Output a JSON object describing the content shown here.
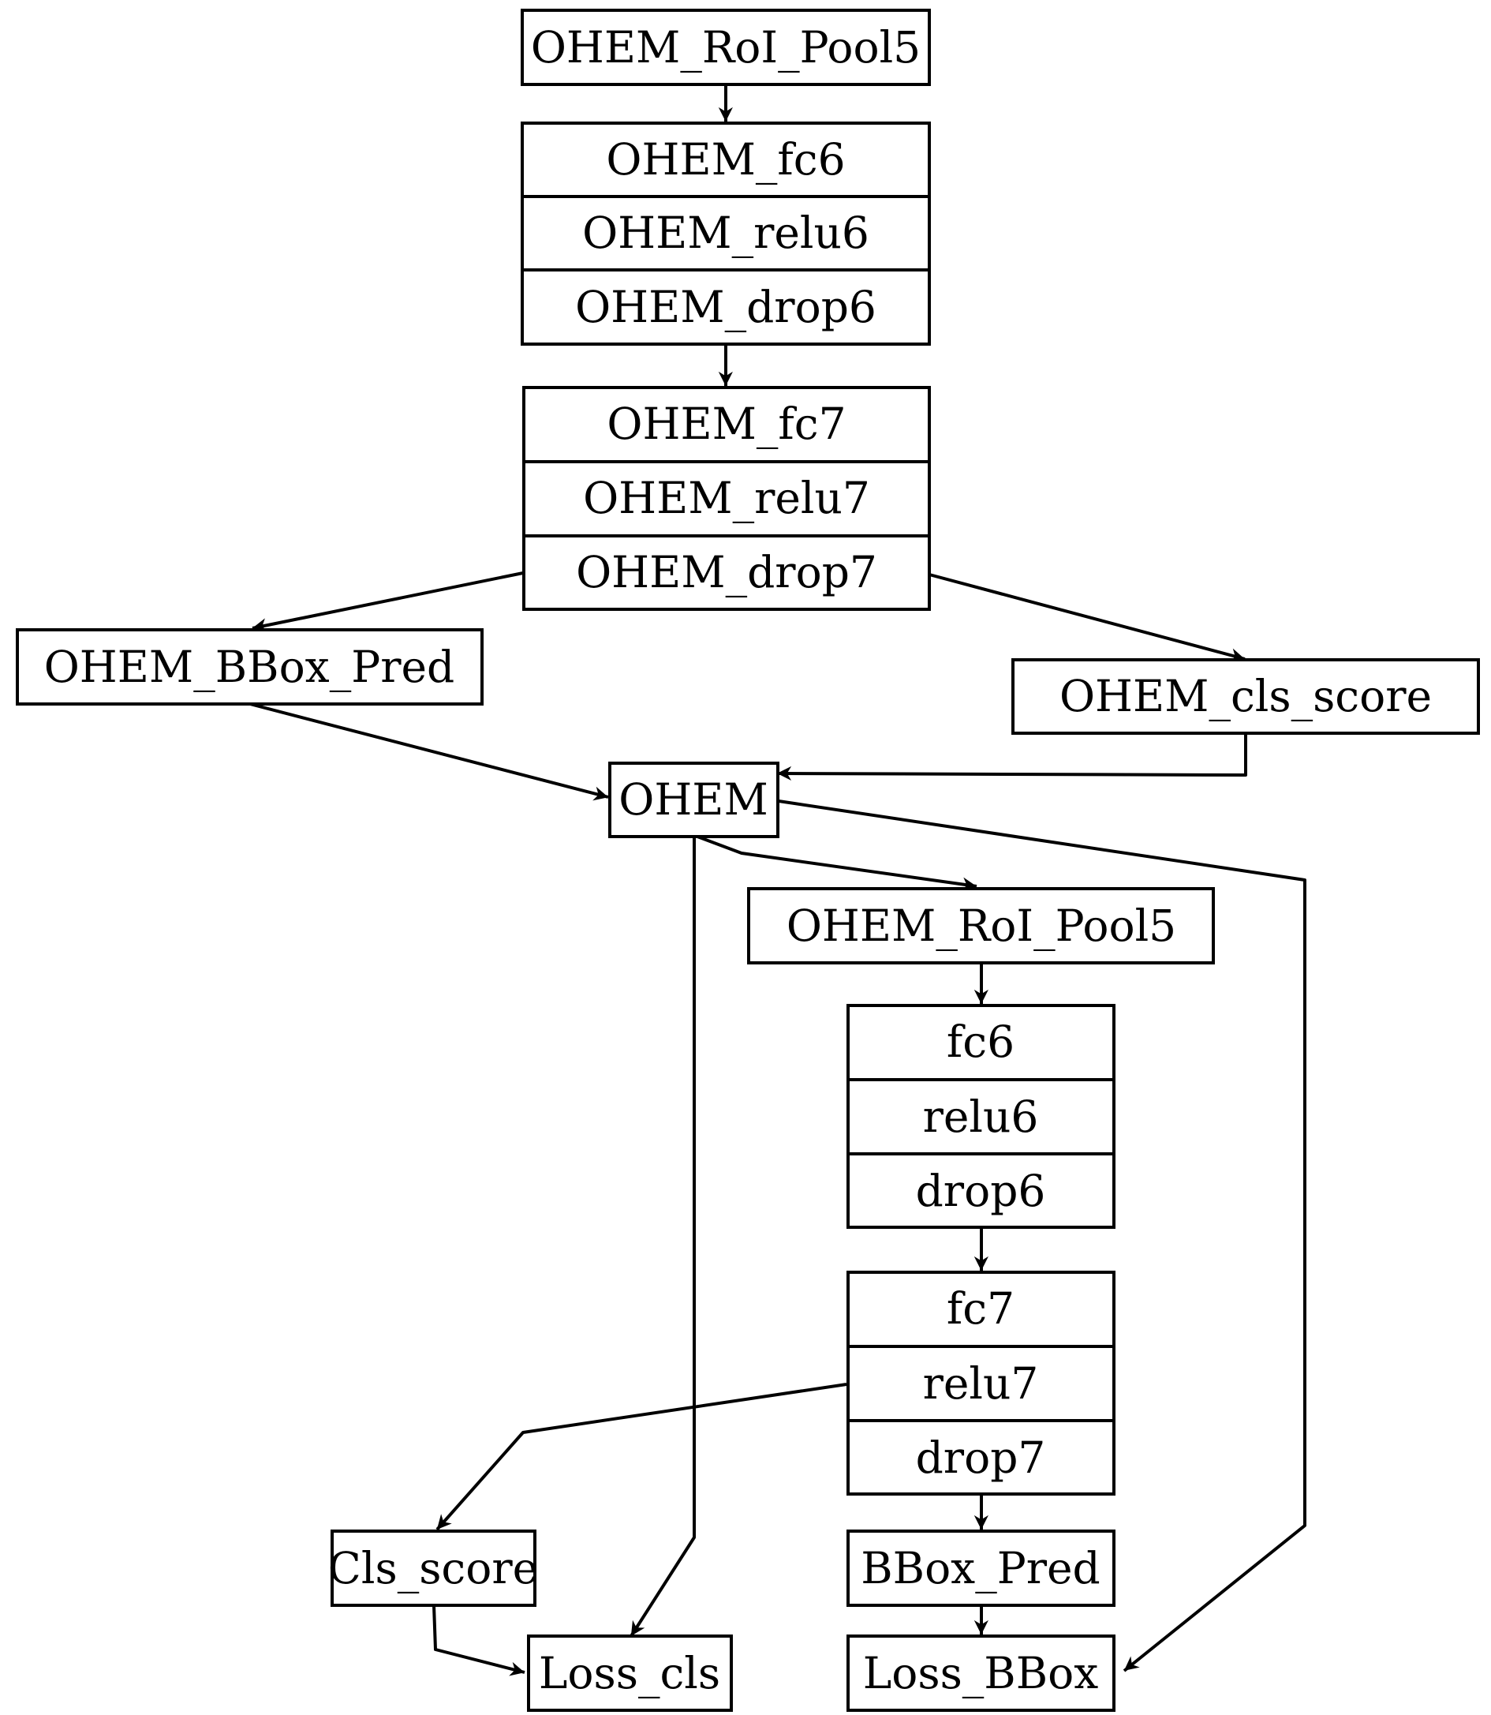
{
  "nodes": {
    "ohem_roi_pool5_top": "OHEM_RoI_Pool5",
    "ohem_fc6_block": [
      "OHEM_fc6",
      "OHEM_relu6",
      "OHEM_drop6"
    ],
    "ohem_fc7_block": [
      "OHEM_fc7",
      "OHEM_relu7",
      "OHEM_drop7"
    ],
    "ohem_bbox_pred": "OHEM_BBox_Pred",
    "ohem_cls_score": "OHEM_cls_score",
    "ohem": "OHEM",
    "ohem_roi_pool5_bottom": "OHEM_RoI_Pool5",
    "fc6_block": [
      "fc6",
      "relu6",
      "drop6"
    ],
    "fc7_block": [
      "fc7",
      "relu7",
      "drop7"
    ],
    "cls_score": "Cls_score",
    "bbox_pred": "BBox_Pred",
    "loss_cls": "Loss_cls",
    "loss_bbox": "Loss_BBox"
  },
  "edges": [
    [
      "ohem_roi_pool5_top",
      "ohem_fc6_block"
    ],
    [
      "ohem_fc6_block",
      "ohem_fc7_block"
    ],
    [
      "ohem_fc7_block",
      "ohem_bbox_pred"
    ],
    [
      "ohem_fc7_block",
      "ohem_cls_score"
    ],
    [
      "ohem_bbox_pred",
      "ohem"
    ],
    [
      "ohem_cls_score",
      "ohem"
    ],
    [
      "ohem",
      "ohem_roi_pool5_bottom"
    ],
    [
      "ohem",
      "loss_cls"
    ],
    [
      "ohem",
      "loss_bbox"
    ],
    [
      "ohem_roi_pool5_bottom",
      "fc6_block"
    ],
    [
      "fc6_block",
      "fc7_block"
    ],
    [
      "fc7_block",
      "cls_score"
    ],
    [
      "fc7_block",
      "bbox_pred"
    ],
    [
      "cls_score",
      "loss_cls"
    ],
    [
      "bbox_pred",
      "loss_bbox"
    ]
  ]
}
